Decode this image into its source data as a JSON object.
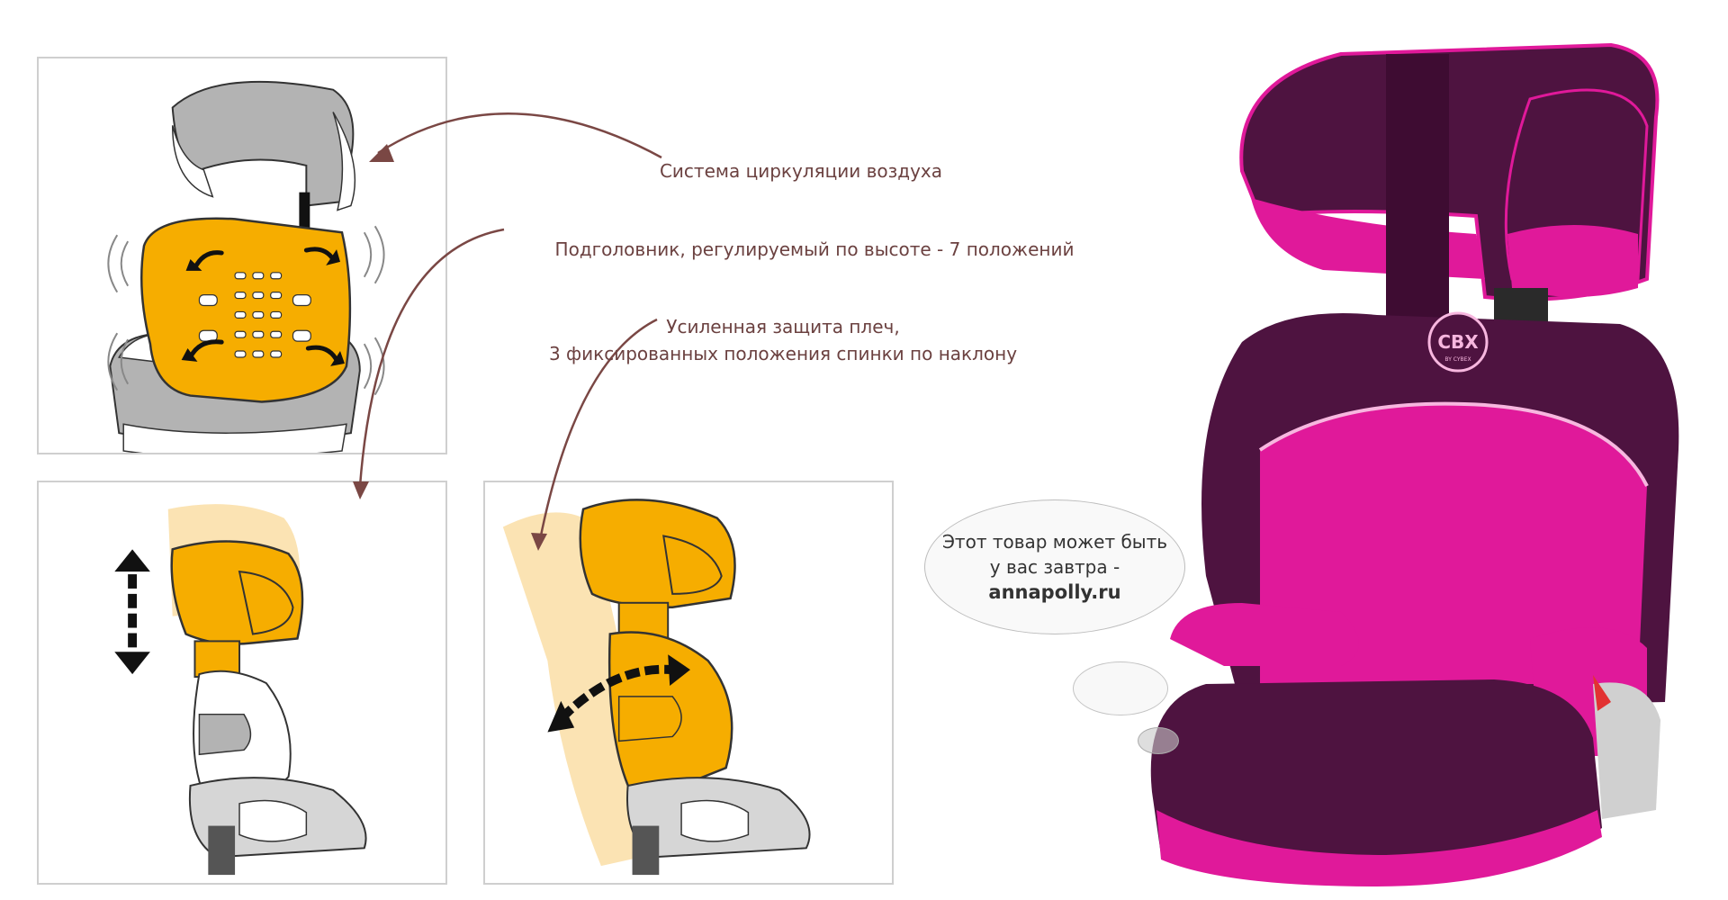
{
  "captions": {
    "air_circulation": "Система циркуляции воздуха",
    "headrest": "Подголовник, регулируемый по высоте - 7 положений",
    "shoulder_line1": "Усиленная защита плеч,",
    "shoulder_line2": "3 фиксированных положения спинки по наклону"
  },
  "badge": {
    "brand": "CBX",
    "sub": "BY CYBEX"
  },
  "bubble": {
    "line1": "Этот товар может быть",
    "line2": "у вас завтра -",
    "site": "annapolly.ru"
  },
  "colors": {
    "caption_text": "#6b4140",
    "arrow": "#7a4744",
    "seat_orange": "#f6ad00",
    "seat_gray": "#b3b3b3",
    "seat_plum": "#4e1340",
    "seat_pink": "#e0199a",
    "panel_border": "#cfcfcf"
  }
}
